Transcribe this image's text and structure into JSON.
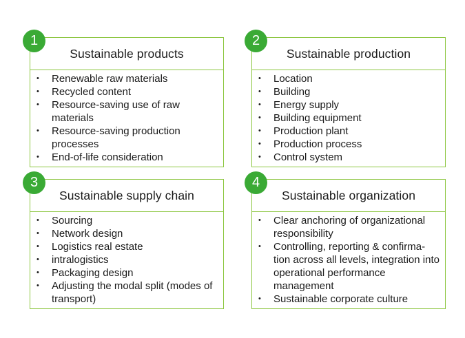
{
  "accent_color": "#3aaa35",
  "border_color": "#8cc63f",
  "cards": [
    {
      "number": "1",
      "title": "Sustainable products",
      "items": [
        "Renewable raw materials",
        "Recycled content",
        "Resource-saving use of raw materials",
        "Resource-saving production processes",
        "End-of-life consideration"
      ]
    },
    {
      "number": "2",
      "title": "Sustainable production",
      "items": [
        "Location",
        "Building",
        "Energy supply",
        "Building equipment",
        "Production plant",
        "Production process",
        "Control system"
      ]
    },
    {
      "number": "3",
      "title": "Sustainable supply chain",
      "items": [
        "Sourcing",
        "Network design",
        "Logistics real estate",
        "intralogistics",
        "Packaging design",
        "Adjusting the modal split (modes of transport)"
      ]
    },
    {
      "number": "4",
      "title": "Sustainable organization",
      "items": [
        "Clear anchoring of organizational responsibility",
        "Controlling, reporting & confirma-tion across all levels, integration into operational performance management",
        "Sustainable corporate culture"
      ]
    }
  ],
  "bullet_char": "•"
}
